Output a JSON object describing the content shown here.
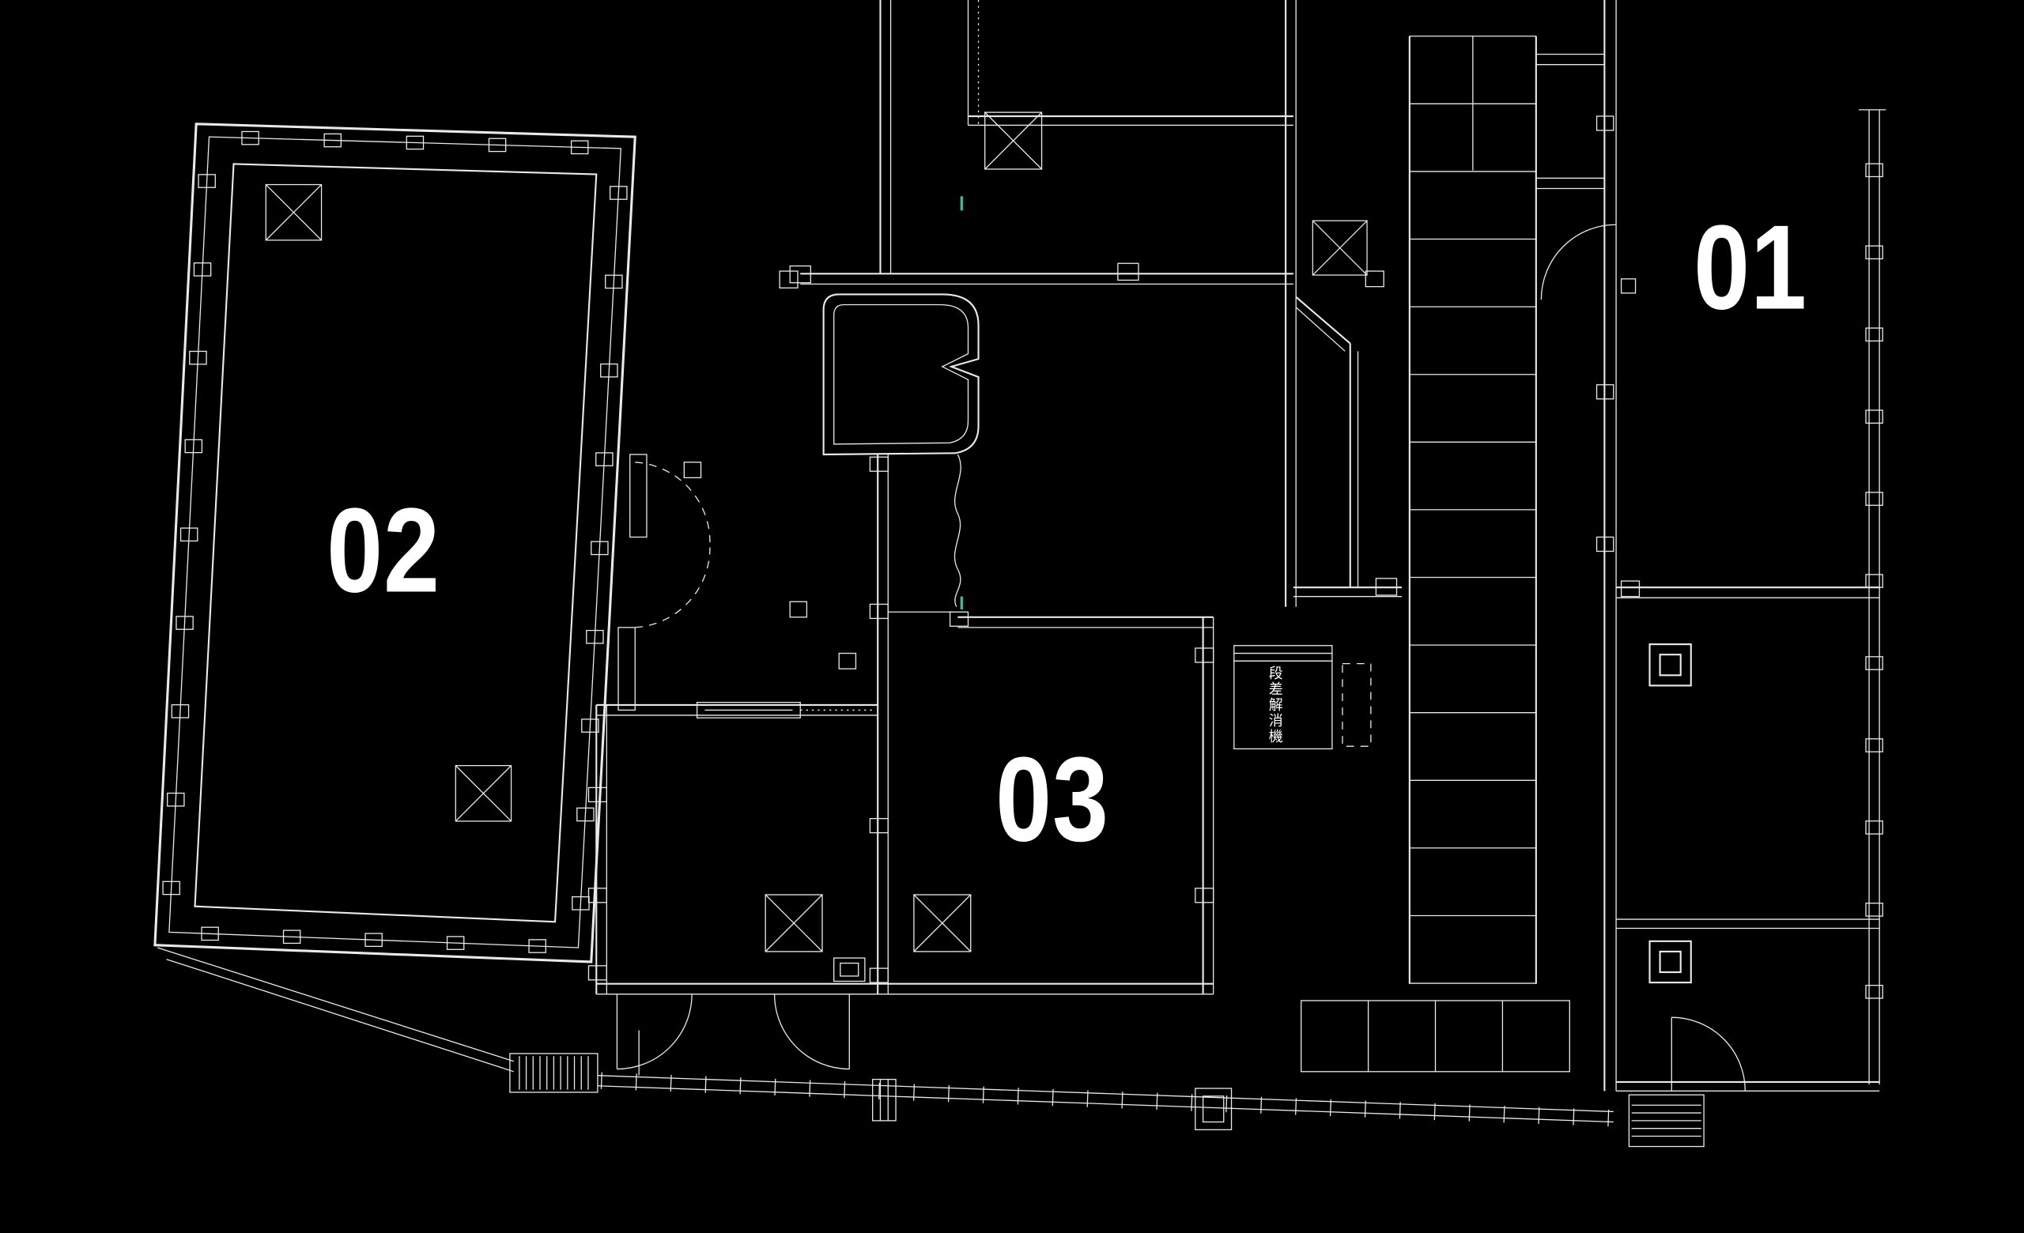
{
  "colors": {
    "background": "#000000",
    "line": "#e9e9e9",
    "text": "#ffffff",
    "accent": "#27c7a5"
  },
  "labels": {
    "unit_01": "01",
    "unit_02": "02",
    "unit_03": "03",
    "lift_note": "段差解消機"
  }
}
